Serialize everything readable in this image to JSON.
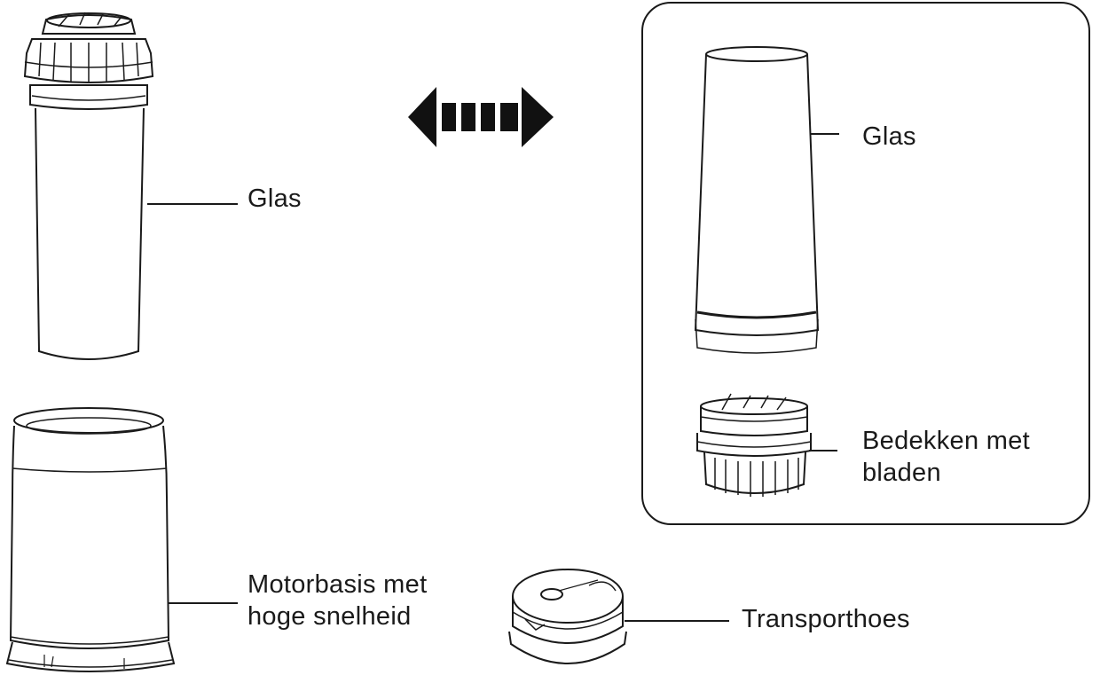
{
  "labels": {
    "glas_left": "Glas",
    "motorbasis_line1": "Motorbasis met",
    "motorbasis_line2": "hoge snelheid",
    "glas_right": "Glas",
    "bedekken_line1": "Bedekken met",
    "bedekken_line2": "bladen",
    "transporthoes": "Transporthoes"
  },
  "colors": {
    "stroke": "#1a1a1a",
    "arrow": "#111111",
    "background": "#ffffff"
  },
  "icons": {
    "swap_arrow": "double-headed-arrow-icon"
  }
}
